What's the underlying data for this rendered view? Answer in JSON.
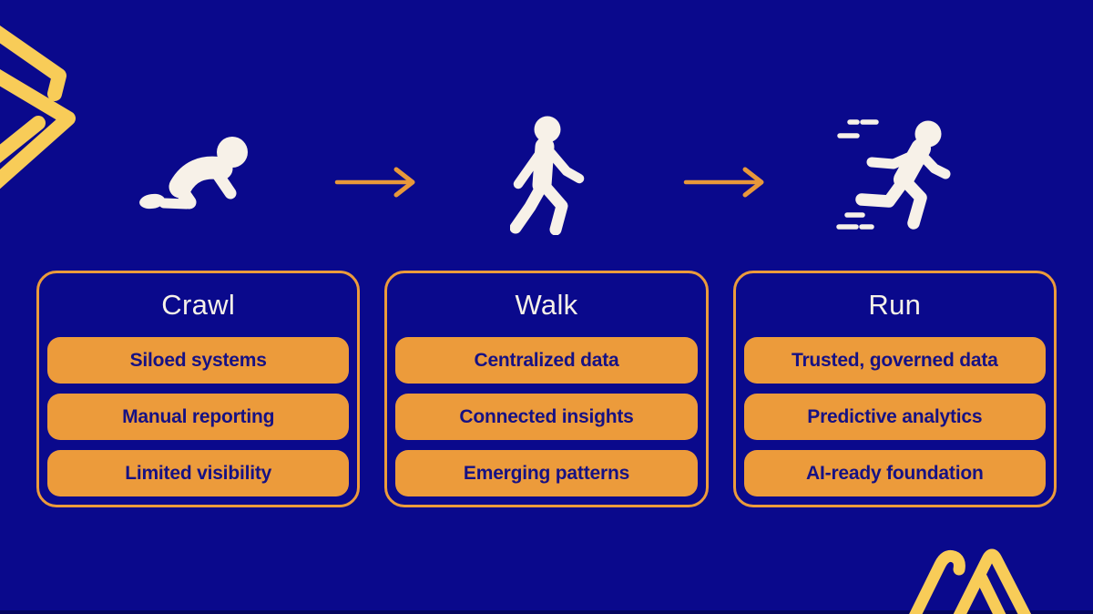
{
  "slide": {
    "stages": [
      {
        "title": "Crawl",
        "icon": "crawling-baby-icon",
        "items": [
          "Siloed systems",
          "Manual reporting",
          "Limited visibility"
        ]
      },
      {
        "title": "Walk",
        "icon": "walking-person-icon",
        "items": [
          "Centralized data",
          "Connected insights",
          "Emerging patterns"
        ]
      },
      {
        "title": "Run",
        "icon": "running-person-icon",
        "items": [
          "Trusted, governed data",
          "Predictive analytics",
          "AI-ready foundation"
        ]
      }
    ],
    "connectors": [
      "arrow-right-icon",
      "arrow-right-icon"
    ],
    "decorations": [
      "chevron-brackets-top-left",
      "mountain-logo-bottom-right"
    ]
  },
  "colors": {
    "background": "#0A098C",
    "orange": "#EC9B3B",
    "yellow": "#F8CC58",
    "cream": "#F7F1E8",
    "pill_text": "#161184",
    "title_text": "#F6F1E8",
    "bottom_strip": "#05045E"
  }
}
